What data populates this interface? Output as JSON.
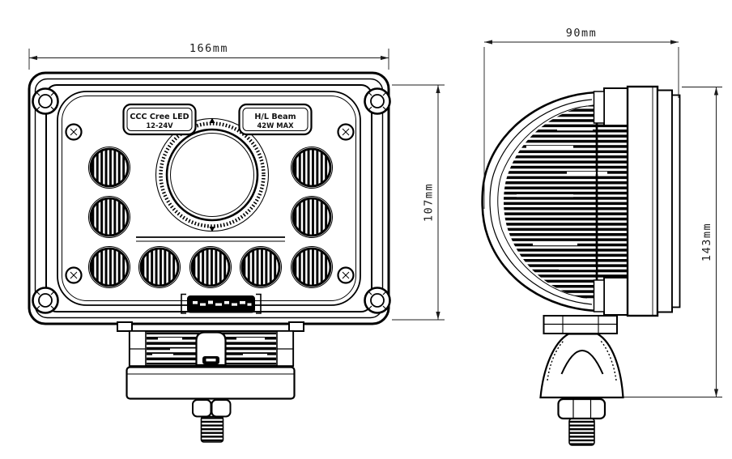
{
  "colors": {
    "background": "#ffffff",
    "line": "#000000",
    "dim_line": "#222222"
  },
  "front_view": {
    "badges": {
      "cert": {
        "line1": "CCC Cree LED",
        "line2": "12-24V"
      },
      "beam": {
        "line1": "H/L Beam",
        "line2": "42W MAX"
      }
    },
    "dimensions": {
      "width": "166mm",
      "height": "107mm"
    },
    "led_reflector_count": 9,
    "corner_screw_count": 4
  },
  "side_view": {
    "dimensions": {
      "depth": "90mm",
      "overall_height": "143mm"
    }
  }
}
